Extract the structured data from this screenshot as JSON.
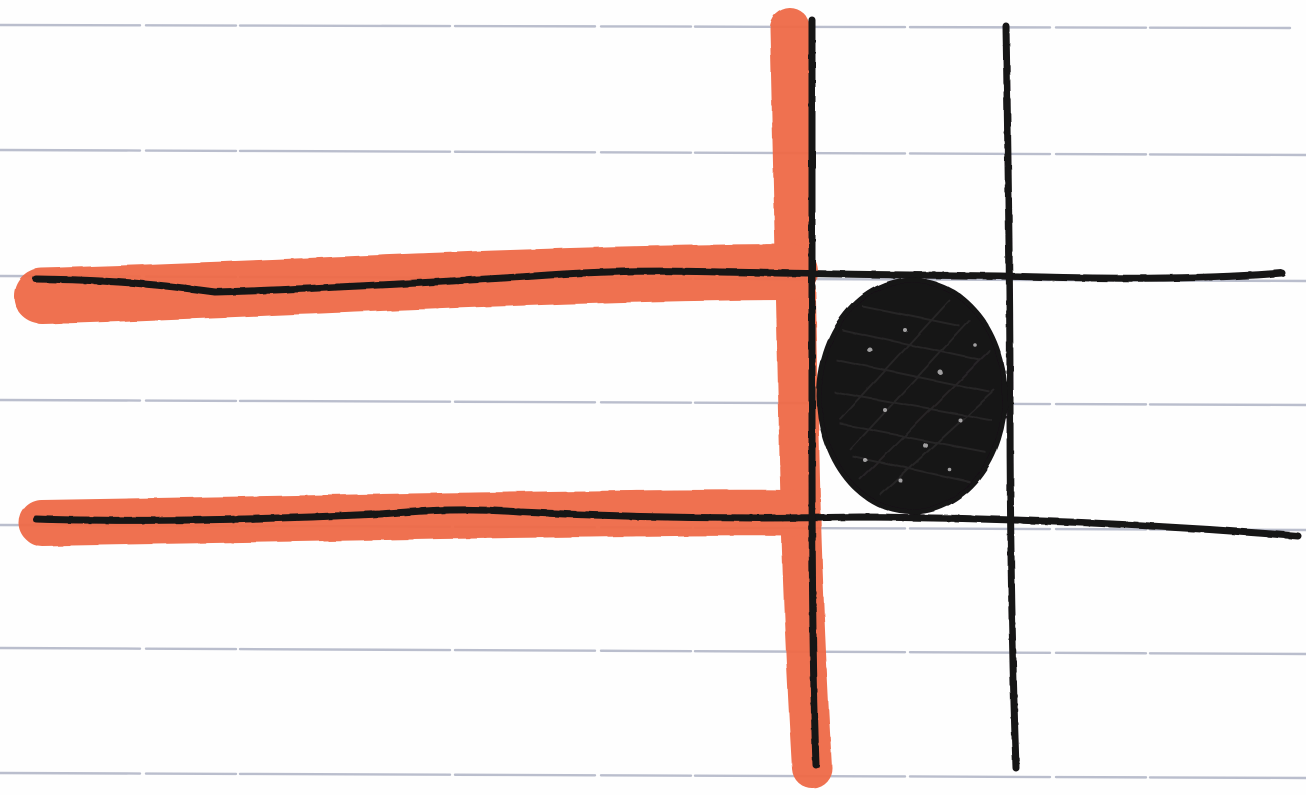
{
  "sketch": {
    "colors": {
      "paper": "#fefefe",
      "ruled_line": "#aeb3c4",
      "ink": "#141214",
      "marker": "#ef6a47"
    },
    "icons": [
      "ruled-paper-lines",
      "orange-marker-highlight",
      "black-ink-grid",
      "filled-black-circle"
    ],
    "content": {
      "ruled_lines": 7,
      "black_horizontal_lines": 2,
      "black_vertical_lines": 2,
      "orange_highlight_strokes": 3,
      "filled_circles": 1
    }
  }
}
